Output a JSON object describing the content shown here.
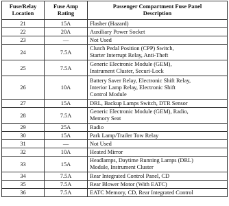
{
  "headers": {
    "location": [
      "Fuse/Relay",
      "Location"
    ],
    "rating": [
      "Fuse Amp",
      "Rating"
    ],
    "description": [
      "Passenger Compartment Fuse Panel",
      "Description"
    ]
  },
  "rows": [
    {
      "loc": "21",
      "amp": "15A",
      "desc": [
        "Flasher (Hazard)"
      ]
    },
    {
      "loc": "22",
      "amp": "20A",
      "desc": [
        "Auxiliary Power Socket"
      ]
    },
    {
      "loc": "23",
      "amp": "—",
      "desc": [
        "Not Used"
      ]
    },
    {
      "loc": "24",
      "amp": "7.5A",
      "desc": [
        "Clutch Pedal Position (CPP) Switch,",
        "Starter Interrupt Relay, Anti-Theft"
      ]
    },
    {
      "loc": "25",
      "amp": "7.5A",
      "desc": [
        "Generic Electronic Module (GEM),",
        "Instrument Cluster, Securi-Lock"
      ]
    },
    {
      "loc": "26",
      "amp": "10A",
      "desc": [
        "Battery Saver Relay, Electronic Shift Relay,",
        "Interior Lamp Relay, Electronic Shift",
        "Control Module"
      ]
    },
    {
      "loc": "27",
      "amp": "15A",
      "desc": [
        "DRL, Backup Lamps Switch, DTR Sensor"
      ]
    },
    {
      "loc": "28",
      "amp": "7.5A",
      "desc": [
        "Generic Electronic Module (GEM), Radio,",
        "Memory Seat"
      ]
    },
    {
      "loc": "29",
      "amp": "25A",
      "desc": [
        "Radio"
      ]
    },
    {
      "loc": "30",
      "amp": "15A",
      "desc": [
        "Park Lamp/Trailer Tow Relay"
      ]
    },
    {
      "loc": "31",
      "amp": "—",
      "desc": [
        "Not Used"
      ]
    },
    {
      "loc": "32",
      "amp": "10A",
      "desc": [
        "Heated Mirror"
      ]
    },
    {
      "loc": "33",
      "amp": "15A",
      "desc": [
        "Headlamps, Daytime Running Lamps (DRL)",
        "Module, Instrument Cluster"
      ]
    },
    {
      "loc": "34",
      "amp": "7.5A",
      "desc": [
        "Rear Integrated Control Panel, CD"
      ]
    },
    {
      "loc": "35",
      "amp": "7.5A",
      "desc": [
        "Rear Blower Motor (With EATC)"
      ]
    },
    {
      "loc": "36",
      "amp": "7.5A",
      "desc": [
        "EATC Memory, CD, Rear Integrated Control"
      ]
    }
  ]
}
